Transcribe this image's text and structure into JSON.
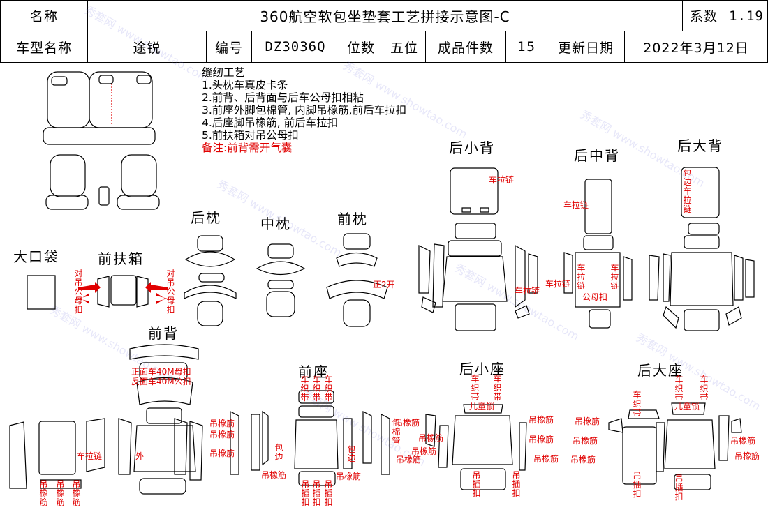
{
  "header": {
    "name_label": "名称",
    "title": "360航空软包坐垫套工艺拼接示意图-C",
    "coef_label": "系数",
    "coef_value": "1.19",
    "model_label": "车型名称",
    "model_value": "途锐",
    "code_label": "编号",
    "code_value": "DZ3036Q",
    "seats_label": "位数",
    "seats_value": "五位",
    "pieces_label": "成品件数",
    "pieces_value": "15",
    "date_label": "更新日期",
    "date_value": "2022年3月12日"
  },
  "notes": {
    "title": "缝纫工艺",
    "items": [
      "1.头枕车真皮卡条",
      "2.前背、后背面与后车公母扣相粘",
      "3.前座外脚包棉管, 内脚吊橡筋,前后车拉扣",
      "4.后座脚吊橡筋, 前后车拉扣",
      "5.前扶箱对吊公母扣"
    ],
    "remark": "备注:前背需开气囊"
  },
  "sections": {
    "rear_small_back": "后小背",
    "rear_mid_back": "后中背",
    "rear_big_back": "后大背",
    "rear_pillow": "后枕",
    "mid_pillow": "中枕",
    "front_pillow": "前枕",
    "big_pocket": "大口袋",
    "front_armrest": "前扶箱",
    "front_back": "前背",
    "front_seat": "前座",
    "rear_small_seat": "后小座",
    "rear_big_seat": "后大座"
  },
  "labels": {
    "zip": "车拉链",
    "armrest_hang": "对吊公母扣",
    "open2": "正2开",
    "face_female": "正面车40M母扣",
    "back_male": "反面车40M公扣",
    "hang_rubber": "吊橡筋",
    "rubber": "吊橡筋",
    "weave_belt": "车织带",
    "kids_lock": "儿童锁",
    "hang_buckle": "吊插扣",
    "wrap": "包边",
    "wrap_tube": "包棉管",
    "wrap_edge_zip": "包边车拉链",
    "outer": "外",
    "zip_v": "车拉链",
    "female_buckle": "公母扣"
  },
  "watermark": {
    "text": "秀套网 www.showtao.com"
  },
  "colors": {
    "line": "#000000",
    "label": "#e10000",
    "arrow": "#e10000"
  }
}
